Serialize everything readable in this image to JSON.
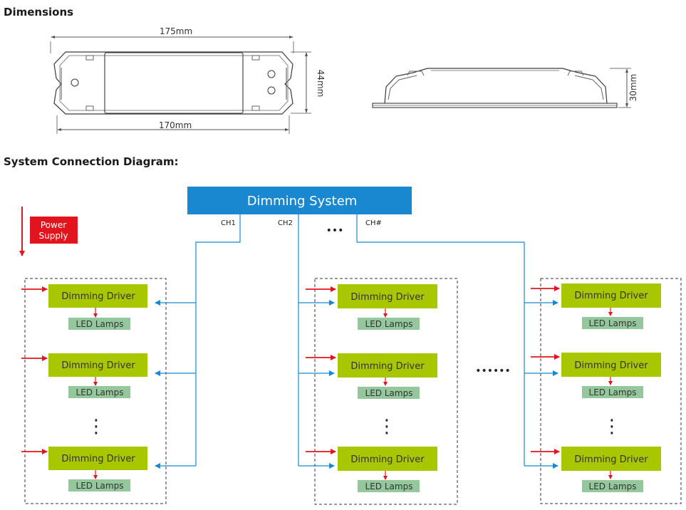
{
  "dimensions": {
    "title": "Dimensions",
    "top_view": {
      "length_overall": "175mm",
      "length_mount": "170mm",
      "width": "44mm"
    },
    "side_view": {
      "height": "30mm"
    }
  },
  "system": {
    "title": "System Connection Diagram:",
    "dimming_system": "Dimming System",
    "power_supply": [
      "Power",
      "Supply"
    ],
    "channels": [
      "CH1",
      "CH2",
      "CH#"
    ],
    "channel_ellipsis": "•••",
    "group_ellipsis": "••••••",
    "driver_label": "Dimming Driver",
    "lamp_label": "LED Lamps",
    "row_ellipsis": "⋮"
  },
  "colors": {
    "blue": "#1a88d0",
    "red": "#e3141b",
    "driver_fill": "#a8c700",
    "lamp_fill": "#94c79c",
    "outline": "#3a3a3a"
  }
}
